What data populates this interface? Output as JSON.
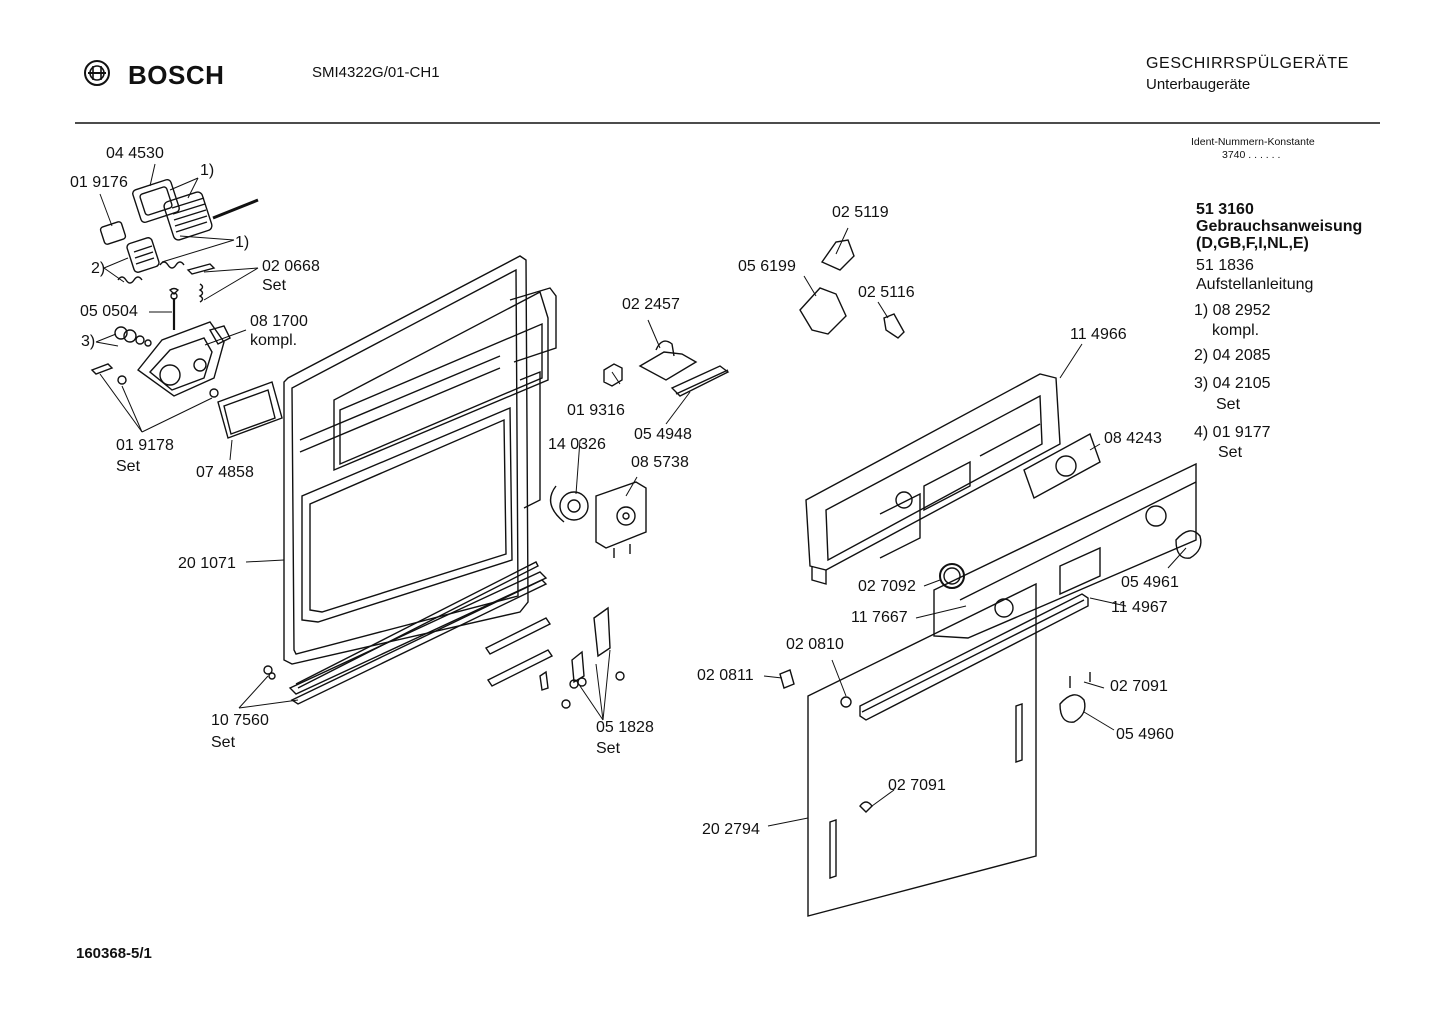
{
  "header": {
    "brand": "BOSCH",
    "model": "SMI4322G/01-CH1",
    "category_line1": "GESCHIRRSPÜLGERÄTE",
    "category_line2": "Unterbaugeräte"
  },
  "ident_box": {
    "title": "Ident-Nummern-Konstante",
    "value": "3740  . .   . . . ."
  },
  "legend": [
    {
      "text": "51 3160",
      "bold": true
    },
    {
      "text": "Gebrauchsanweisung",
      "bold": true
    },
    {
      "text": "(D,GB,F,I,NL,E)",
      "bold": true
    },
    {
      "text": "51 1836",
      "bold": false
    },
    {
      "text": "Aufstellanleitung",
      "bold": false
    },
    {
      "text": "1) 08 2952",
      "bold": false
    },
    {
      "text": "kompl.",
      "bold": false
    },
    {
      "text": "2) 04 2085",
      "bold": false
    },
    {
      "text": "3) 04 2105",
      "bold": false
    },
    {
      "text": "Set",
      "bold": false
    },
    {
      "text": "4) 01 9177",
      "bold": false
    },
    {
      "text": "Set",
      "bold": false
    }
  ],
  "parts": {
    "p044530": "04 4530",
    "p019176": "01 9176",
    "note1a": "1)",
    "note1b": "1)",
    "note2": "2)",
    "note3": "3)",
    "p020668": "02 0668",
    "p020668_set": "Set",
    "p050504": "05 0504",
    "p081700": "08 1700",
    "p081700_kompl": "kompl.",
    "p019178": "01 9178",
    "p019178_set": "Set",
    "p074858": "07 4858",
    "p201071": "20 1071",
    "p107560": "10 7560",
    "p107560_set": "Set",
    "p022457": "02 2457",
    "p019316": "01 9316",
    "p054948": "05 4948",
    "p140326": "14 0326",
    "p085738": "08 5738",
    "p051828": "05 1828",
    "p051828_set": "Set",
    "p025119": "02 5119",
    "p056199": "05 6199",
    "p025116": "02 5116",
    "p114966": "11 4966",
    "p084243": "08 4243",
    "p027092": "02 7092",
    "p054961": "05 4961",
    "p117667": "11 7667",
    "p114967": "11 4967",
    "p020810": "02 0810",
    "p020811": "02 0811",
    "p027091a": "02 7091",
    "p054960": "05 4960",
    "p027091b": "02 7091",
    "p202794": "20 2794"
  },
  "footer": {
    "drawing_number": "160368-5/1"
  }
}
